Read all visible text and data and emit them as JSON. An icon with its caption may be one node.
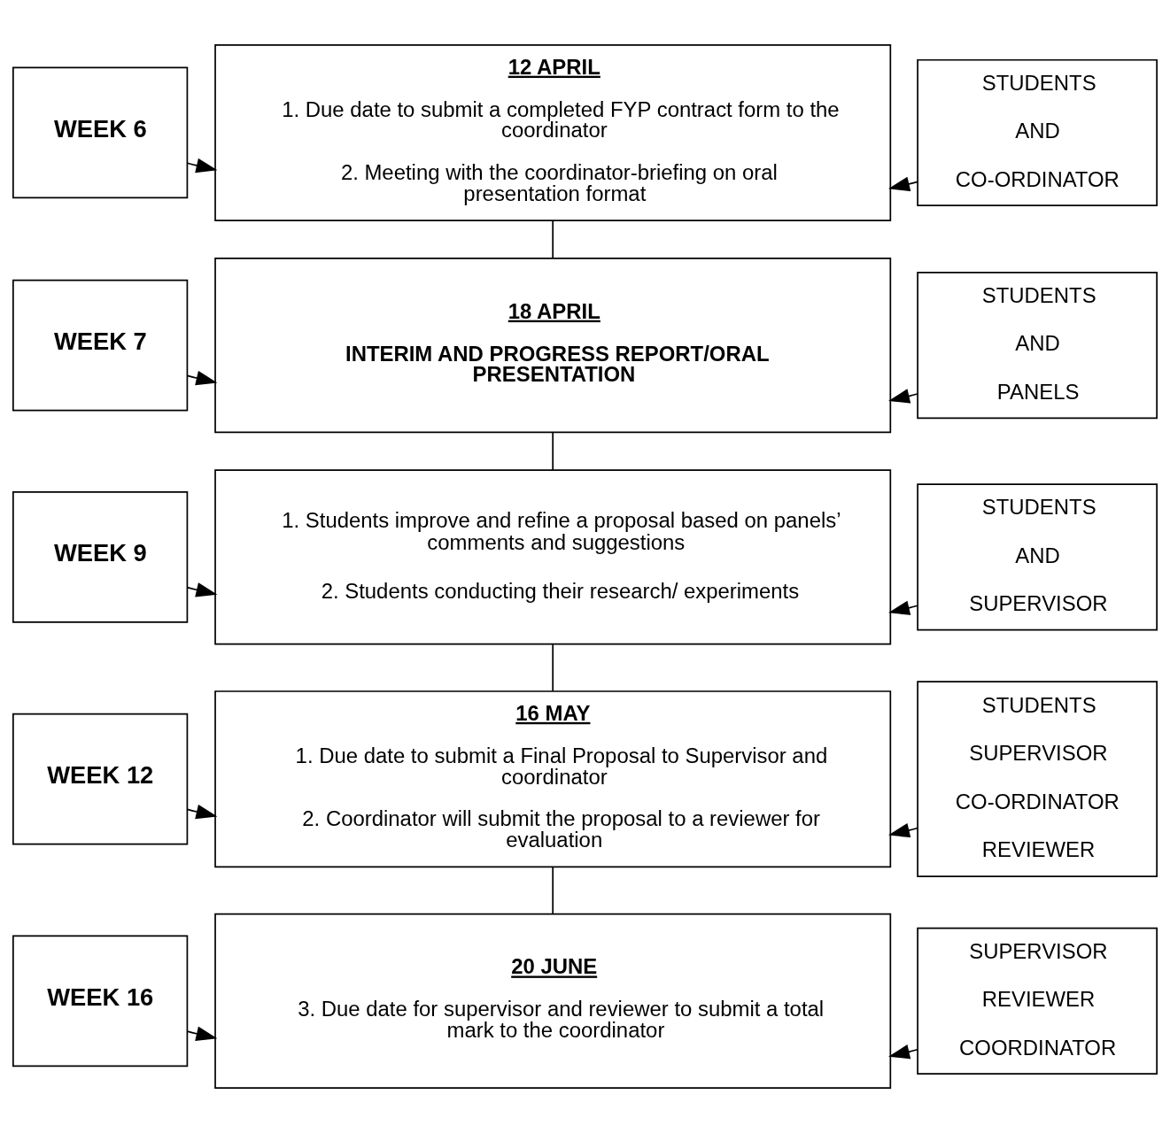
{
  "diagram": {
    "nodes": [
      {
        "text": [
          "WEEK 6"
        ]
      },
      {
        "text": [
          "12 APRIL",
          "1. Due date to submit a completed FYP contract form to the coordinator",
          "2. Meeting with the coordinator-briefing on oral presentation format"
        ]
      },
      {
        "text": [
          "STUDENTS",
          "AND",
          "CO-ORDINATOR"
        ]
      },
      {
        "text": [
          "WEEK 7"
        ]
      },
      {
        "text": [
          "18 APRIL",
          "INTERIM AND PROGRESS REPORT/ORAL PRESENTATION"
        ]
      },
      {
        "text": [
          "STUDENTS",
          "AND",
          "PANELS"
        ]
      },
      {
        "text": [
          "WEEK 9"
        ]
      },
      {
        "text": [
          "1. Students improve and refine a proposal based on panels’ comments and suggestions",
          "2. Students conducting their research/ experiments"
        ]
      },
      {
        "text": [
          "STUDENTS",
          "AND",
          "SUPERVISOR"
        ]
      },
      {
        "text": [
          "WEEK 12"
        ]
      },
      {
        "text": [
          "16 MAY",
          "1. Due date to submit a Final Proposal to Supervisor and coordinator",
          "2. Coordinator will submit the proposal to a reviewer for evaluation"
        ]
      },
      {
        "text": [
          "STUDENTS",
          "SUPERVISOR",
          "CO-ORDINATOR",
          "REVIEWER"
        ]
      },
      {
        "text": [
          "WEEK 16"
        ]
      },
      {
        "text": [
          "20 JUNE",
          "3. Due date for supervisor and reviewer to submit a total mark to the coordinator"
        ]
      },
      {
        "text": [
          "SUPERVISOR",
          "REVIEWER",
          "COORDINATOR"
        ]
      }
    ],
    "edges": [
      {
        "from": 0,
        "to": 1,
        "arrow": "to"
      },
      {
        "from": 2,
        "to": 1,
        "arrow": "to"
      },
      {
        "from": 1,
        "to": 4,
        "arrow": "none"
      },
      {
        "from": 3,
        "to": 4,
        "arrow": "to"
      },
      {
        "from": 5,
        "to": 4,
        "arrow": "to"
      },
      {
        "from": 4,
        "to": 7,
        "arrow": "none"
      },
      {
        "from": 6,
        "to": 7,
        "arrow": "to"
      },
      {
        "from": 8,
        "to": 7,
        "arrow": "to"
      },
      {
        "from": 7,
        "to": 10,
        "arrow": "none"
      },
      {
        "from": 9,
        "to": 10,
        "arrow": "to"
      },
      {
        "from": 11,
        "to": 10,
        "arrow": "to"
      },
      {
        "from": 10,
        "to": 13,
        "arrow": "none"
      },
      {
        "from": 12,
        "to": 13,
        "arrow": "to"
      },
      {
        "from": 14,
        "to": 13,
        "arrow": "to"
      }
    ]
  }
}
